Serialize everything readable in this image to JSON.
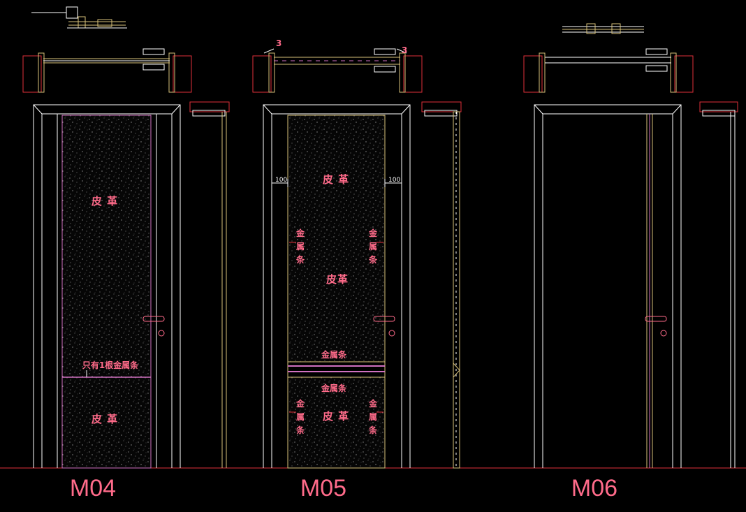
{
  "doors": [
    {
      "title": "M04",
      "labels": {
        "upper": "皮 革",
        "note": "只有1根金属条",
        "lower": "皮 革"
      }
    },
    {
      "title": "M05",
      "labels": {
        "dim_left": "100",
        "dim_right": "100",
        "top": "皮 革",
        "metal_vertical": [
          "金",
          "属",
          "条"
        ],
        "middle": "皮革",
        "band_upper": "金属条",
        "band_lower": "金属条",
        "bottom": "皮 革",
        "callout": "3"
      }
    },
    {
      "title": "M06",
      "labels": {}
    }
  ],
  "colors": {
    "background": "#000000",
    "line": "#ffffff",
    "frame": "#d9c27a",
    "wall": "#e0303a",
    "label": "#ff6b8a",
    "metal_strip": "#d070c0"
  }
}
